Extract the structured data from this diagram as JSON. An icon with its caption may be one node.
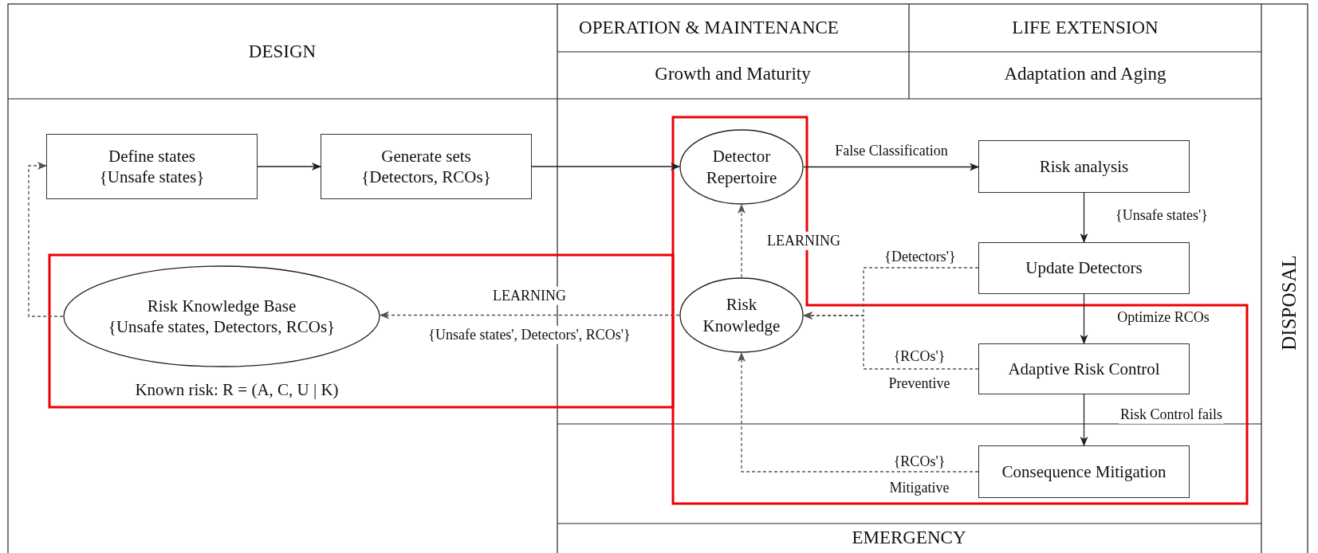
{
  "diagram": {
    "nodes": [
      {
        "text": [
          "Define states",
          "{Unsafe states}"
        ]
      },
      {
        "text": [
          "Generate sets",
          "{Detectors, RCOs}"
        ]
      },
      {
        "text": [
          "Detector Repertoire"
        ]
      },
      {
        "text": [
          "Risk analysis"
        ]
      },
      {
        "text": [
          "Risk Knowledge Base",
          "{Unsafe states, Detectors, RCOs}"
        ],
        "beside": [
          "Known risk: R = (A, C, U | K)"
        ]
      },
      {
        "text": [
          "Risk Knowledge"
        ]
      },
      {
        "text": [
          "Update Detectors"
        ]
      },
      {
        "text": [
          "Adaptive Risk Control"
        ]
      },
      {
        "text": [
          "Consequence Mitigation"
        ]
      }
    ],
    "edges": [
      {
        "from": 0,
        "to": 1,
        "arrow": "to"
      },
      {
        "from": 1,
        "to": 2,
        "arrow": "to"
      },
      {
        "from": 2,
        "to": 3,
        "arrow": "to",
        "label": "False Classification"
      },
      {
        "from": 3,
        "to": 6,
        "arrow": "to",
        "label": "{Unsafe states'}"
      },
      {
        "from": 6,
        "to": 7,
        "arrow": "to",
        "label": "Optimize RCOs"
      },
      {
        "from": 7,
        "to": 8,
        "arrow": "to",
        "label": "Risk Control fails"
      },
      {
        "from": 6,
        "to": 5,
        "arrow": "to",
        "label": "{Detectors'}",
        "style": "dashed"
      },
      {
        "from": 7,
        "to": 5,
        "arrow": "to",
        "label": "{RCOs'}",
        "style": "dashed"
      },
      {
        "from": 8,
        "to": 5,
        "arrow": "to",
        "label": "{RCOs'}",
        "style": "dashed"
      },
      {
        "from": 5,
        "to": 2,
        "arrow": "to",
        "label": "LEARNING",
        "style": "dashed"
      },
      {
        "from": 5,
        "to": 4,
        "arrow": "to",
        "label": "LEARNING",
        "style": "dashed"
      },
      {
        "from": 4,
        "to": 0,
        "arrow": "to",
        "style": "dashed"
      }
    ],
    "labels": [
      "DESIGN",
      "OPERATION & MAINTENANCE",
      "LIFE EXTENSION",
      "Growth and Maturity",
      "Adaptation and Aging",
      "DISPOSAL",
      "{Unsafe states', Detectors', RCOs'}",
      "Preventive",
      "Mitigative",
      "EMERGENCY"
    ]
  }
}
